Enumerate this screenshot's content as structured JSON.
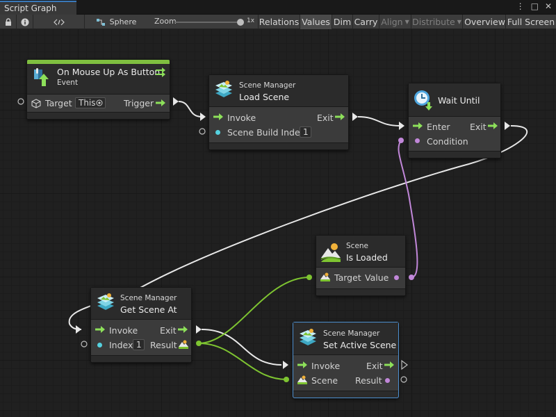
{
  "window": {
    "tab_title": "Script Graph",
    "controls": {
      "menu": "⋮",
      "maximize": "□",
      "close": "✕"
    }
  },
  "toolbar": {
    "graph_object": "Sphere",
    "zoom_label": "Zoom",
    "zoom_value": "1x",
    "zoom_level": 1.0,
    "buttons": {
      "relations": "Relations",
      "values": "Values",
      "dim": "Dim",
      "carry": "Carry",
      "align": "Align",
      "distribute": "Distribute",
      "overview": "Overview",
      "fullscreen": "Full Screen"
    }
  },
  "colors": {
    "flow": "#8de05a",
    "scene_port": "#7ec431",
    "bool_port": "#c187d9",
    "int_port": "#55d2e0",
    "event_bar": "#7fbf40",
    "selection": "#4d8fcf"
  },
  "nodes": {
    "on_mouse_up": {
      "title": "On Mouse Up As Button",
      "subtitle": "Event",
      "target_label": "Target",
      "target_value": "This",
      "trigger_label": "Trigger"
    },
    "load_scene": {
      "category": "Scene Manager",
      "title": "Load Scene",
      "invoke": "Invoke",
      "exit": "Exit",
      "param_label": "Scene Build Index",
      "param_value": "1"
    },
    "wait_until": {
      "title": "Wait Until",
      "enter": "Enter",
      "exit": "Exit",
      "condition": "Condition"
    },
    "is_loaded": {
      "category": "Scene",
      "title": "Is Loaded",
      "target": "Target",
      "value": "Value"
    },
    "get_scene_at": {
      "category": "Scene Manager",
      "title": "Get Scene At",
      "invoke": "Invoke",
      "exit": "Exit",
      "index_label": "Index",
      "index_value": "1",
      "result": "Result"
    },
    "set_active_scene": {
      "category": "Scene Manager",
      "title": "Set Active Scene",
      "invoke": "Invoke",
      "exit": "Exit",
      "scene": "Scene",
      "result": "Result"
    }
  }
}
